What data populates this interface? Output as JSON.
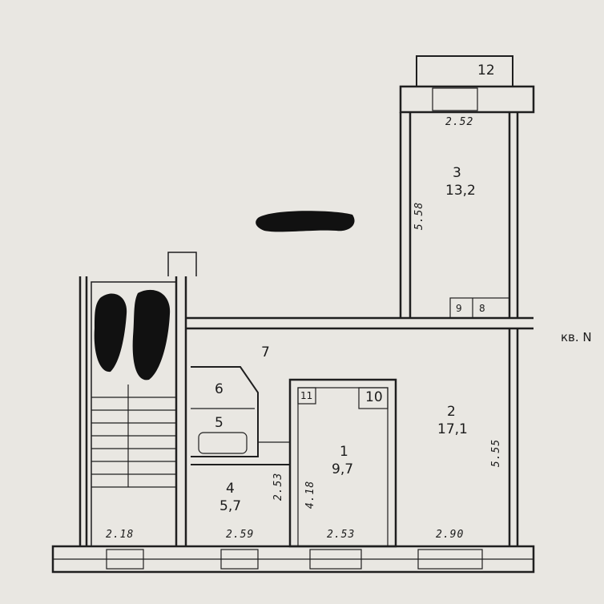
{
  "plan": {
    "rooms": [
      {
        "id": "room-1",
        "number": "1",
        "area": "9,7"
      },
      {
        "id": "room-2",
        "number": "2",
        "area": "17,1"
      },
      {
        "id": "room-3",
        "number": "3",
        "area": "13,2"
      },
      {
        "id": "room-4",
        "number": "4",
        "area": "5,7"
      }
    ],
    "small_labels": {
      "l5": "5",
      "l6": "6",
      "l7": "7",
      "l8": "8",
      "l9": "9",
      "l10": "10",
      "l11": "11",
      "l12": "12"
    },
    "dimensions": {
      "d_252": "2.52",
      "d_558": "5.58",
      "d_555": "5.55",
      "d_253v": "2.53",
      "d_418": "4.18",
      "d_218": "2.18",
      "d_259": "2.59",
      "d_253h": "2.53",
      "d_290": "2.90"
    },
    "side_text": "кв. N"
  }
}
